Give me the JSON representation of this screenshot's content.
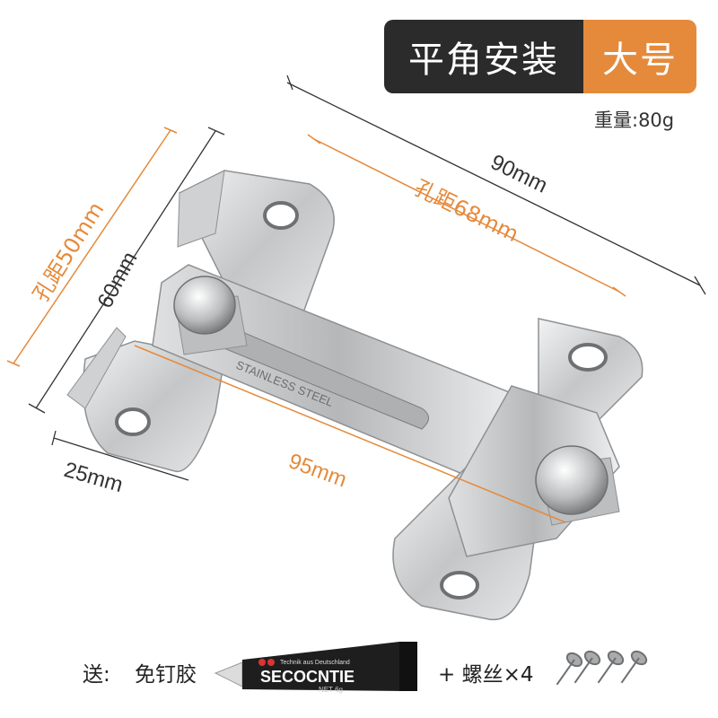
{
  "badge": {
    "mode": "平角安装",
    "size": "大号"
  },
  "weight": "重量:80g",
  "dimensions": {
    "width_total": "90mm",
    "hole_span_horizontal": "孔距68mm",
    "height_total": "60mm",
    "hole_span_vertical": "孔距50mm",
    "bar_length": "95mm",
    "plate_width": "25mm"
  },
  "engraving": "STAINLESS STEEL",
  "bottom": {
    "gift_label": "送:",
    "glue_label": "免钉胶",
    "tube_brand": "SECOCNTIE",
    "tube_sub": "Technik aus Deutschland",
    "tube_net": "NET 6g",
    "screws_label": "+ 螺丝×4"
  },
  "colors": {
    "accent": "#e58a3b",
    "dark": "#2b2b2b",
    "steel": "#c9cbcd"
  }
}
